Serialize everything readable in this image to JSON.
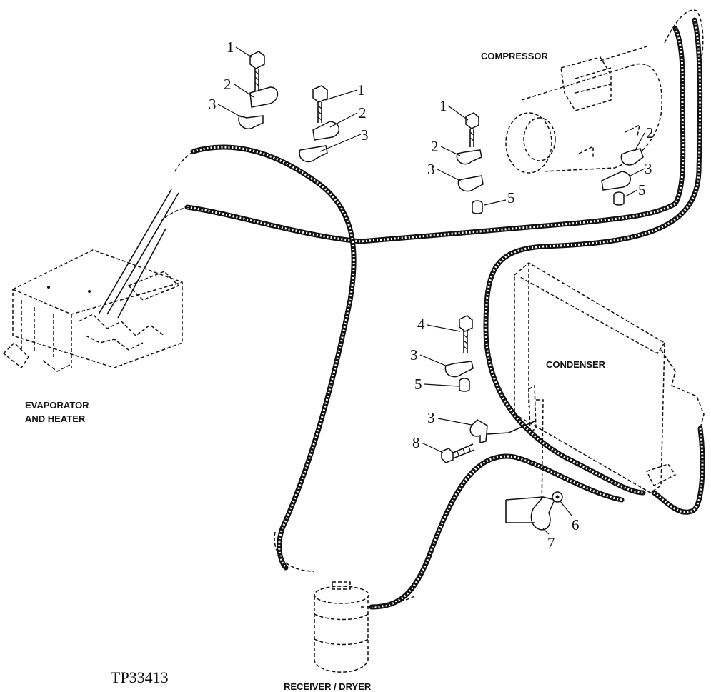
{
  "components": {
    "compressor": "COMPRESSOR",
    "evaporator_line1": "EVAPORATOR",
    "evaporator_line2": "AND HEATER",
    "condenser": "CONDENSER",
    "receiver_dryer": "RECEIVER / DRYER"
  },
  "figure_id": "TP33413",
  "callouts": {
    "top_left": [
      "1",
      "2",
      "3"
    ],
    "top_center": [
      "1",
      "2",
      "3"
    ],
    "compressor_left": [
      "1",
      "2",
      "3",
      "5"
    ],
    "compressor_right": [
      "2",
      "3",
      "5"
    ],
    "condenser_left": [
      "4",
      "3",
      "5"
    ],
    "condenser_bracket": [
      "3",
      "8"
    ],
    "condenser_bottom": [
      "6",
      "7"
    ]
  }
}
